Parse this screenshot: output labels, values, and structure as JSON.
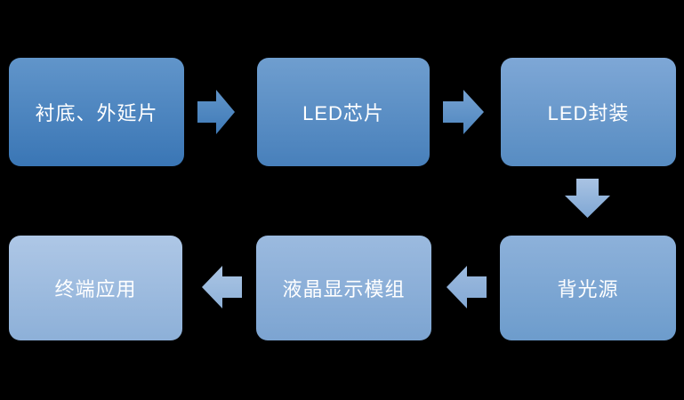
{
  "flow": {
    "nodes": [
      {
        "id": "substrate-epitaxial-wafer",
        "label": "衬底、外延片"
      },
      {
        "id": "led-chip",
        "label": "LED芯片"
      },
      {
        "id": "led-package",
        "label": "LED封装"
      },
      {
        "id": "backlight",
        "label": "背光源"
      },
      {
        "id": "lcd-display-module",
        "label": "液晶显示模组"
      },
      {
        "id": "end-application",
        "label": "终端应用"
      }
    ],
    "arrows": [
      {
        "from": "衬底、外延片",
        "to": "LED芯片",
        "direction": "right"
      },
      {
        "from": "LED芯片",
        "to": "LED封装",
        "direction": "right"
      },
      {
        "from": "LED封装",
        "to": "背光源",
        "direction": "down"
      },
      {
        "from": "背光源",
        "to": "液晶显示模组",
        "direction": "left"
      },
      {
        "from": "液晶显示模组",
        "to": "终端应用",
        "direction": "left"
      }
    ]
  },
  "colors": {
    "background": "#000000",
    "text": "#ffffff",
    "node_gradients": [
      {
        "top": "#6195ca",
        "bottom": "#3a76b5"
      },
      {
        "top": "#6f9ecf",
        "bottom": "#4880bb"
      },
      {
        "top": "#7ea7d6",
        "bottom": "#578cc2"
      },
      {
        "top": "#8db1da",
        "bottom": "#6d9ccc"
      },
      {
        "top": "#9bbadf",
        "bottom": "#7ca4d1"
      },
      {
        "top": "#aec7e6",
        "bottom": "#8db0d8"
      }
    ],
    "arrow_gradients": [
      {
        "top": "#6094c9",
        "bottom": "#3f7ab7"
      },
      {
        "top": "#76a2d2",
        "bottom": "#4e86bf"
      },
      {
        "top": "#a9c3e3",
        "bottom": "#7fa7d4"
      },
      {
        "top": "#9cbade",
        "bottom": "#84a9d5"
      },
      {
        "top": "#abc5e4",
        "bottom": "#8fb2d9"
      }
    ]
  }
}
